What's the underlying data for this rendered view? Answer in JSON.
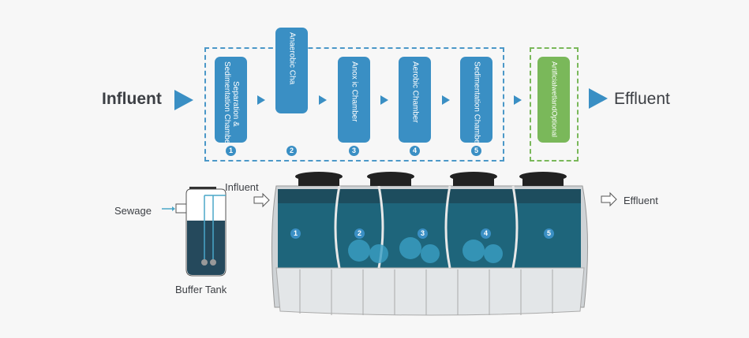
{
  "flow": {
    "influent": "Influent",
    "effluent": "Effluent",
    "chambers": [
      {
        "num": "1",
        "label": "Separation &\nSedimentation Chamber"
      },
      {
        "num": "2",
        "label": "Anaerobic Cha"
      },
      {
        "num": "3",
        "label": "Anox ic Chamber"
      },
      {
        "num": "4",
        "label": "Aerobic Chamber"
      },
      {
        "num": "5",
        "label": "Sedimentation Chamber"
      }
    ],
    "optional": "ArtificialwetlandOptional"
  },
  "illustration": {
    "sewage": "Sewage",
    "buffer_tank": "Buffer Tank",
    "influent": "Influent",
    "effluent": "Effluent",
    "markers": [
      "1",
      "2",
      "3",
      "4",
      "5"
    ]
  },
  "colors": {
    "blue": "#3a8fc4",
    "green": "#7ab85a",
    "text": "#3c3f44"
  }
}
